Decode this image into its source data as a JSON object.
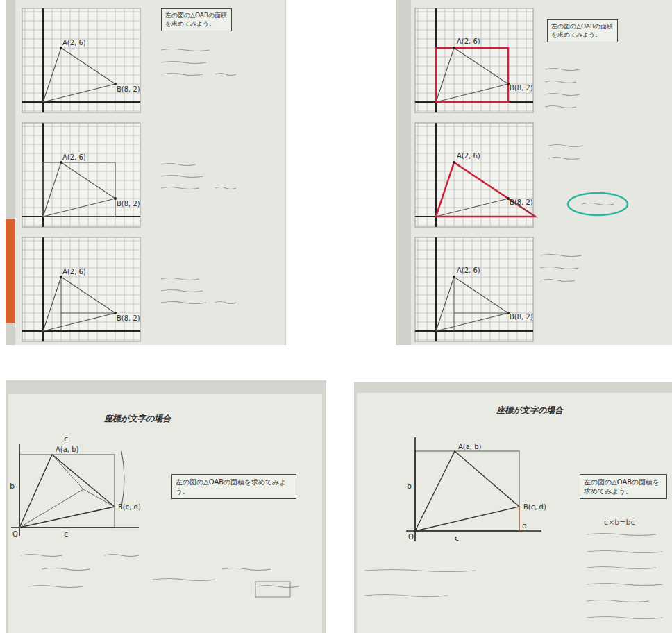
{
  "diagram": {
    "nodes": [
      {
        "text": [
          "左の図の△OABの面積を求めてみよう。"
        ]
      },
      {
        "text": [
          "左の図の△OABの面積を求めてみよう。"
        ]
      },
      {
        "text": [
          "左の図の△OABの面積を求めてみよう。"
        ]
      },
      {
        "text": [
          "左の図の△OABの面積を求めてみよう。"
        ]
      }
    ],
    "labels": [
      "A(2, 6)",
      "B(8, 2)",
      "A(2, 6)",
      "B(8, 2)",
      "A(2, 6)",
      "B(8, 2)",
      "A(2, 6)",
      "B(8, 2)",
      "A(2, 6)",
      "B(8, 2)",
      "A(2, 6)",
      "B(8, 2)",
      "座標が文字の場合",
      "A(a, b)",
      "B(c, d)",
      "O",
      "c",
      "b",
      "c",
      "座標が文字の場合",
      "A(a, b)",
      "B(c, d)",
      "O",
      "c",
      "b",
      "d",
      "c×b=bc"
    ]
  }
}
